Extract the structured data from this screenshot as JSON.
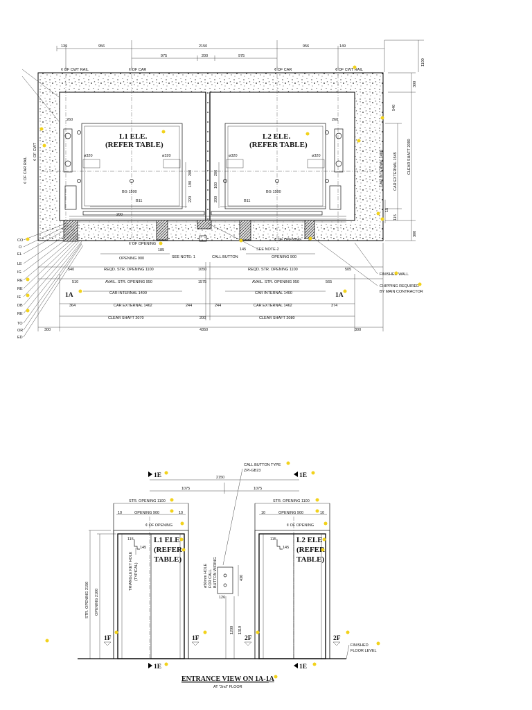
{
  "plan": {
    "top_dims": [
      "139",
      "956",
      "975",
      "2150",
      "200",
      "975",
      "956",
      "149",
      "1100"
    ],
    "centerlines": [
      "¢ OF CWT RAIL",
      "¢ OF CAR",
      "¢ OF CAR",
      "¢ OF CWT RAIL"
    ],
    "left_labels": [
      "¢ OF CWT",
      "¢ OF CAR RAIL"
    ],
    "car_left": {
      "title": "L1 ELE.",
      "subtitle": "(REFER TABLE)"
    },
    "car_right": {
      "title": "L2 ELE.",
      "subtitle": "(REFER TABLE)"
    },
    "inner_dims": {
      "d260_left": "260",
      "d260_right": "260",
      "d320_a": "ø320",
      "d320_b": "ø320",
      "d320_c": "ø320",
      "d320_d": "ø320",
      "bg_left": "BG 1500",
      "bg_right": "BG 1500",
      "b11_left": "B11",
      "b11_right": "B11",
      "d200": "200",
      "d190": "190",
      "d220": "220",
      "d200b": "200",
      "d160": "160",
      "d200c": "200"
    },
    "right_dims": {
      "d300_top": "300",
      "d540": "540",
      "car_internal": "CAR INTERNAL 1400",
      "car_external": "CAR EXTERNAL 1545",
      "clear_shaft": "CLEAR SHAFT 2090",
      "d15": "15",
      "d115": "115",
      "d300_bottom": "300"
    },
    "notes": {
      "opening_cl_left": "¢ OF OPENING",
      "opening_cl_right": "¢ OF OPENING",
      "d185": "185",
      "d145": "145",
      "see_note_2": "SEE NOTE-2",
      "see_note_1": "SEE NOTE: 1",
      "call_button": "CALL BUTTON"
    },
    "dim_rows": {
      "row1": [
        "OPENING 900",
        "OPENING 900"
      ],
      "row2": [
        "540",
        "REQD. STR. OPENING 1100",
        "1050",
        "REQD. STR. OPENING 1100",
        "505"
      ],
      "row3": [
        "510",
        "AVAIL. STR. OPENING 950",
        "1575",
        "AVAIL. STR. OPENING 950",
        "565"
      ],
      "row4": [
        "CAR INTERNAL 1400",
        "CAR INTERNAL 1400"
      ],
      "row5": [
        "364",
        "CAR EXTERNAL 1462",
        "244",
        "244",
        "CAR EXTERNAL 1462",
        "374"
      ],
      "row6": [
        "CLEAR SHAFT 2070",
        "200",
        "CLEAR SHAFT 2080"
      ],
      "row7": [
        "300",
        "4350",
        "300"
      ],
      "section_marks": [
        "1A",
        "1A"
      ]
    },
    "callouts": [
      "FINISHED WALL",
      "CHIPPING REQUIRED",
      "BY MAIN CONTRACTOR"
    ],
    "left_stub_labels": [
      "CO",
      "O",
      "EL",
      "LE",
      "IG",
      "RE",
      "RE",
      "IE",
      "DB",
      "RE",
      "TO",
      "OR",
      "ED"
    ]
  },
  "elevation": {
    "call_button_type": "CALL BUTTON TYPE",
    "call_button_model": "ZPI-GB23",
    "section_marks": [
      "1E",
      "1E",
      "1E",
      "1E"
    ],
    "d2150": "2150",
    "d1075_a": "1075",
    "d1075_b": "1075",
    "str_opening_left": "STR. OPENING 1100",
    "str_opening_right": "STR. OPENING 1100",
    "opening_left": "OPENING 900",
    "opening_right": "OPENING 900",
    "d10": [
      "10",
      "10",
      "10",
      "10"
    ],
    "cl_opening_left": "¢ OF OPENING",
    "cl_opening_right": "¢ OF OPENING",
    "car_left": [
      "L1 ELE",
      "(REFER",
      "TABLE)"
    ],
    "car_right": [
      "L2 ELE",
      "(REFER",
      "TABLE)"
    ],
    "d115_left": "115",
    "d145_left": "145",
    "d115_right": "115",
    "d145_right": "145",
    "triangle_key": [
      "TRIANGLE KEY HOLE",
      "(TYPICAL)"
    ],
    "str_opening_height": "STR. OPENING 2150",
    "opening_height": "OPENING 2100",
    "hole_note": [
      "ø50mm HOLE",
      "FOR CALL",
      "BUTTON WIRING"
    ],
    "d430": "430",
    "d126": "126",
    "d1200": "1200",
    "d1319": "1319",
    "floor_marks": [
      "1F",
      "1F",
      "2F",
      "2F"
    ],
    "finished_floor": [
      "FINISHED",
      "FLOOR LEVEL"
    ],
    "title": "ENTRANCE VIEW ON 1A-1A",
    "subtitle": "AT \"2nd\" FLOOR"
  },
  "colors": {
    "line": "#111111",
    "tag": "#f2d21b",
    "background": "#ffffff"
  }
}
